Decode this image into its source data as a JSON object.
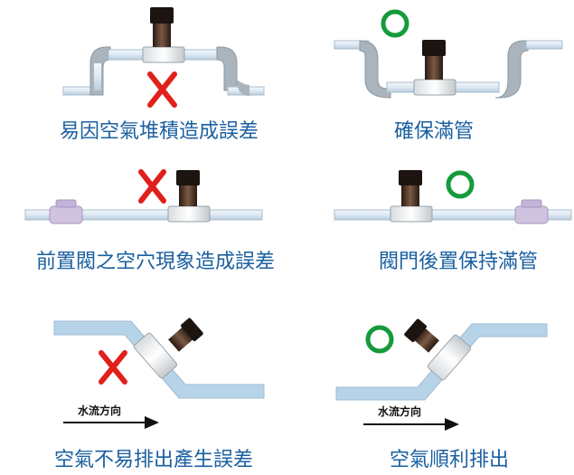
{
  "colors": {
    "caption_text": "#1a5fa0",
    "pipe": "#dce8f2",
    "pipe_edge": "#a8bccd",
    "fitting_gray": "#a9b4bc",
    "sensor_body": "#5a3f2f",
    "wrong_mark": "#e0201b",
    "correct_mark": "#159a3c",
    "valve": "#cfc3e0"
  },
  "icons": {
    "wrong": "red-x-icon",
    "correct": "green-circle-icon",
    "flow_arrow": "arrow-right-icon"
  },
  "panels": [
    {
      "caption": "易因空氣堆積造成誤差",
      "verdict": "wrong"
    },
    {
      "caption": "確保滿管",
      "verdict": "correct"
    },
    {
      "caption": "前置閥之空穴現象造成誤差",
      "verdict": "wrong"
    },
    {
      "caption": "閥門後置保持滿管",
      "verdict": "correct"
    },
    {
      "caption": "空氣不易排出產生誤差",
      "verdict": "wrong",
      "flow_label": "水流方向"
    },
    {
      "caption": "空氣順利排出",
      "verdict": "correct",
      "flow_label": "水流方向"
    }
  ]
}
